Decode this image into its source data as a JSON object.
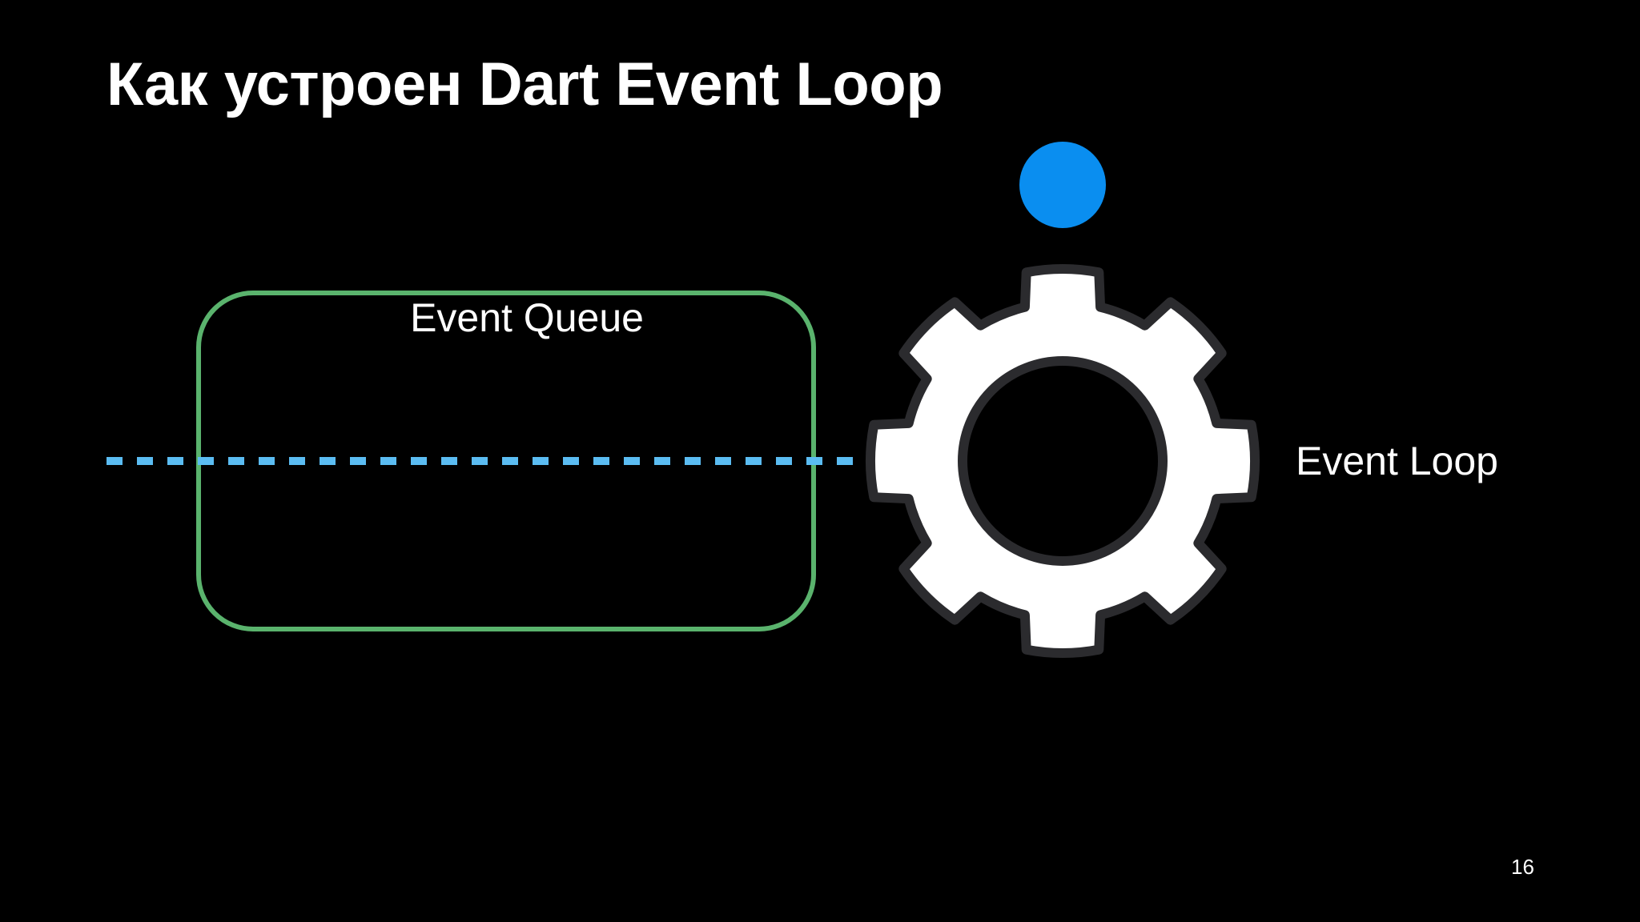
{
  "slide": {
    "title": "Как устроен Dart Event Loop",
    "page_number": "16"
  },
  "diagram": {
    "queue_label": "Event Queue",
    "loop_label": "Event Loop",
    "colors": {
      "queue_border": "#5ab36d",
      "dashed_line": "#5bbcf2",
      "event_dot": "#0a8ef0",
      "gear_fill": "#ffffff",
      "gear_outline": "#2b2b2e"
    }
  }
}
